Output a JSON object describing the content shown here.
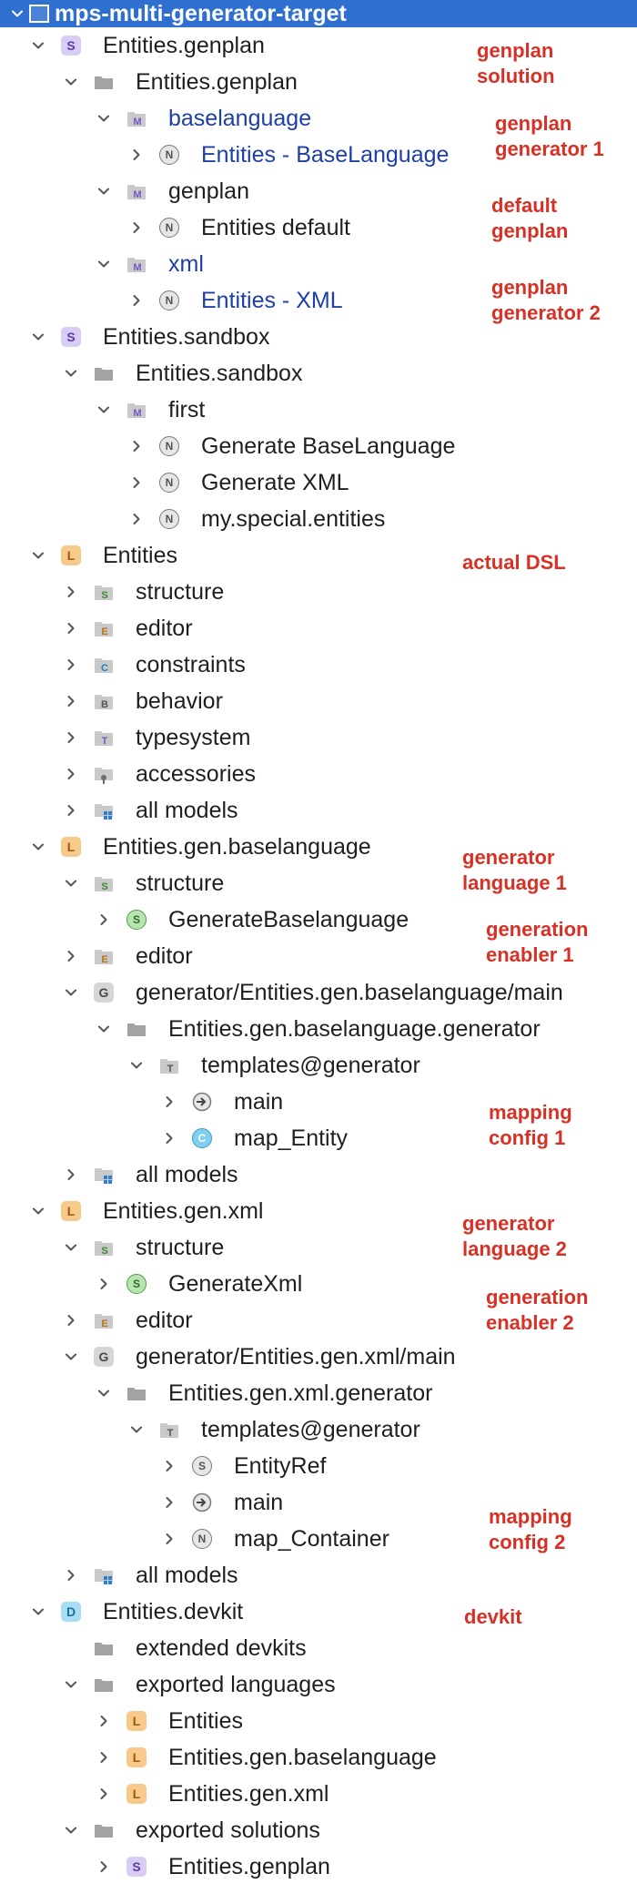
{
  "tree": [
    {
      "label": "mps-multi-generator-target",
      "depth": 0,
      "exp": "down",
      "icon": "project-module-icon",
      "selected": true
    },
    {
      "label": "Entities.genplan",
      "depth": 1,
      "exp": "down",
      "icon": "solution-icon"
    },
    {
      "label": "Entities.genplan",
      "depth": 2,
      "exp": "down",
      "icon": "folder-icon"
    },
    {
      "label": "baselanguage",
      "depth": 3,
      "exp": "down",
      "icon": "model-icon",
      "blue": true
    },
    {
      "label": "Entities - BaseLanguage",
      "depth": 4,
      "exp": "right",
      "icon": "node-icon",
      "blue": true
    },
    {
      "label": "genplan",
      "depth": 3,
      "exp": "down",
      "icon": "model-icon"
    },
    {
      "label": "Entities default",
      "depth": 4,
      "exp": "right",
      "icon": "node-icon"
    },
    {
      "label": "xml",
      "depth": 3,
      "exp": "down",
      "icon": "model-icon",
      "blue": true
    },
    {
      "label": "Entities - XML",
      "depth": 4,
      "exp": "right",
      "icon": "node-icon",
      "blue": true
    },
    {
      "label": "Entities.sandbox",
      "depth": 1,
      "exp": "down",
      "icon": "solution-icon"
    },
    {
      "label": "Entities.sandbox",
      "depth": 2,
      "exp": "down",
      "icon": "folder-icon"
    },
    {
      "label": "first",
      "depth": 3,
      "exp": "down",
      "icon": "model-icon"
    },
    {
      "label": "Generate BaseLanguage",
      "depth": 4,
      "exp": "right",
      "icon": "node-icon"
    },
    {
      "label": "Generate XML",
      "depth": 4,
      "exp": "right",
      "icon": "node-icon"
    },
    {
      "label": "my.special.entities",
      "depth": 4,
      "exp": "right",
      "icon": "node-icon"
    },
    {
      "label": "Entities",
      "depth": 1,
      "exp": "down",
      "icon": "language-icon"
    },
    {
      "label": "structure",
      "depth": 2,
      "exp": "right",
      "icon": "structure-aspect-icon"
    },
    {
      "label": "editor",
      "depth": 2,
      "exp": "right",
      "icon": "editor-aspect-icon"
    },
    {
      "label": "constraints",
      "depth": 2,
      "exp": "right",
      "icon": "constraints-aspect-icon"
    },
    {
      "label": "behavior",
      "depth": 2,
      "exp": "right",
      "icon": "behavior-aspect-icon"
    },
    {
      "label": "typesystem",
      "depth": 2,
      "exp": "right",
      "icon": "typesystem-aspect-icon"
    },
    {
      "label": "accessories",
      "depth": 2,
      "exp": "right",
      "icon": "accessories-icon"
    },
    {
      "label": "all models",
      "depth": 2,
      "exp": "right",
      "icon": "all-models-icon"
    },
    {
      "label": "Entities.gen.baselanguage",
      "depth": 1,
      "exp": "down",
      "icon": "language-icon"
    },
    {
      "label": "structure",
      "depth": 2,
      "exp": "down",
      "icon": "structure-aspect-icon"
    },
    {
      "label": "GenerateBaselanguage",
      "depth": 3,
      "exp": "right",
      "icon": "concept-icon"
    },
    {
      "label": "editor",
      "depth": 2,
      "exp": "right",
      "icon": "editor-aspect-icon"
    },
    {
      "label": "generator/Entities.gen.baselanguage/main",
      "depth": 2,
      "exp": "down",
      "icon": "generator-icon"
    },
    {
      "label": "Entities.gen.baselanguage.generator",
      "depth": 3,
      "exp": "down",
      "icon": "folder-icon"
    },
    {
      "label": "templates@generator",
      "depth": 4,
      "exp": "down",
      "icon": "templates-model-icon"
    },
    {
      "label": "main",
      "depth": 5,
      "exp": "right",
      "icon": "mapping-icon"
    },
    {
      "label": "map_Entity",
      "depth": 5,
      "exp": "right",
      "icon": "class-template-icon"
    },
    {
      "label": "all models",
      "depth": 2,
      "exp": "right",
      "icon": "all-models-icon"
    },
    {
      "label": "Entities.gen.xml",
      "depth": 1,
      "exp": "down",
      "icon": "language-icon"
    },
    {
      "label": "structure",
      "depth": 2,
      "exp": "down",
      "icon": "structure-aspect-icon"
    },
    {
      "label": "GenerateXml",
      "depth": 3,
      "exp": "right",
      "icon": "concept-icon"
    },
    {
      "label": "editor",
      "depth": 2,
      "exp": "right",
      "icon": "editor-aspect-icon"
    },
    {
      "label": "generator/Entities.gen.xml/main",
      "depth": 2,
      "exp": "down",
      "icon": "generator-icon"
    },
    {
      "label": "Entities.gen.xml.generator",
      "depth": 3,
      "exp": "down",
      "icon": "folder-icon"
    },
    {
      "label": "templates@generator",
      "depth": 4,
      "exp": "down",
      "icon": "templates-model-icon"
    },
    {
      "label": "EntityRef",
      "depth": 5,
      "exp": "right",
      "icon": "switch-icon"
    },
    {
      "label": "main",
      "depth": 5,
      "exp": "right",
      "icon": "mapping-icon"
    },
    {
      "label": "map_Container",
      "depth": 5,
      "exp": "right",
      "icon": "node-icon"
    },
    {
      "label": "all models",
      "depth": 2,
      "exp": "right",
      "icon": "all-models-icon"
    },
    {
      "label": "Entities.devkit",
      "depth": 1,
      "exp": "down",
      "icon": "devkit-icon"
    },
    {
      "label": "extended devkits",
      "depth": 2,
      "exp": "none",
      "icon": "folder-icon"
    },
    {
      "label": "exported languages",
      "depth": 2,
      "exp": "down",
      "icon": "folder-icon"
    },
    {
      "label": "Entities",
      "depth": 3,
      "exp": "right",
      "icon": "language-icon"
    },
    {
      "label": "Entities.gen.baselanguage",
      "depth": 3,
      "exp": "right",
      "icon": "language-icon"
    },
    {
      "label": "Entities.gen.xml",
      "depth": 3,
      "exp": "right",
      "icon": "language-icon"
    },
    {
      "label": "exported solutions",
      "depth": 2,
      "exp": "down",
      "icon": "folder-icon"
    },
    {
      "label": "Entities.genplan",
      "depth": 3,
      "exp": "right",
      "icon": "solution-icon"
    }
  ],
  "annotations": [
    {
      "lines": [
        "genplan",
        "solution"
      ]
    },
    {
      "lines": [
        "genplan",
        "generator 1"
      ]
    },
    {
      "lines": [
        "default",
        "genplan"
      ]
    },
    {
      "lines": [
        "genplan",
        "generator 2"
      ]
    },
    {
      "lines": [
        "actual DSL"
      ]
    },
    {
      "lines": [
        "generator",
        "language 1"
      ]
    },
    {
      "lines": [
        "generation",
        "enabler 1"
      ]
    },
    {
      "lines": [
        "mapping",
        "config 1"
      ]
    },
    {
      "lines": [
        "generator",
        "language 2"
      ]
    },
    {
      "lines": [
        "generation",
        "enabler 2"
      ]
    },
    {
      "lines": [
        "mapping",
        "config 2"
      ]
    },
    {
      "lines": [
        "devkit"
      ]
    }
  ],
  "colors": {
    "selection": "#2f6fd0",
    "annotation": "#d93025",
    "link_blue": "#1e3fa6"
  }
}
